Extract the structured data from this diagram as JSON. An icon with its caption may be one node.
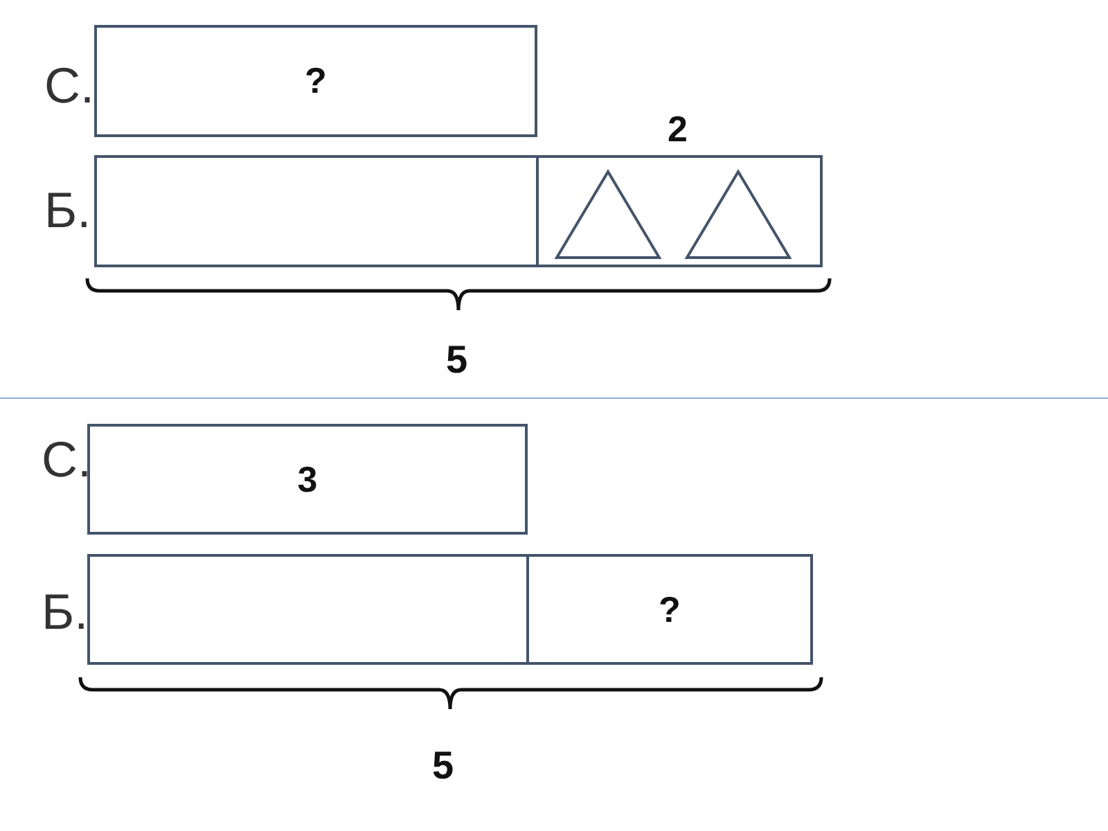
{
  "diagram": {
    "nodes": [
      {
        "text": [
          "?"
        ]
      },
      {
        "text": [],
        "shape": "box"
      },
      {
        "text": [],
        "shape": "box",
        "beside": [
          "2"
        ]
      },
      {
        "text": [
          "3"
        ]
      },
      {
        "text": [],
        "shape": "box"
      },
      {
        "text": [
          "?"
        ]
      }
    ],
    "labels": [
      "С.",
      "Б.",
      "5",
      "С.",
      "Б.",
      "5"
    ]
  }
}
